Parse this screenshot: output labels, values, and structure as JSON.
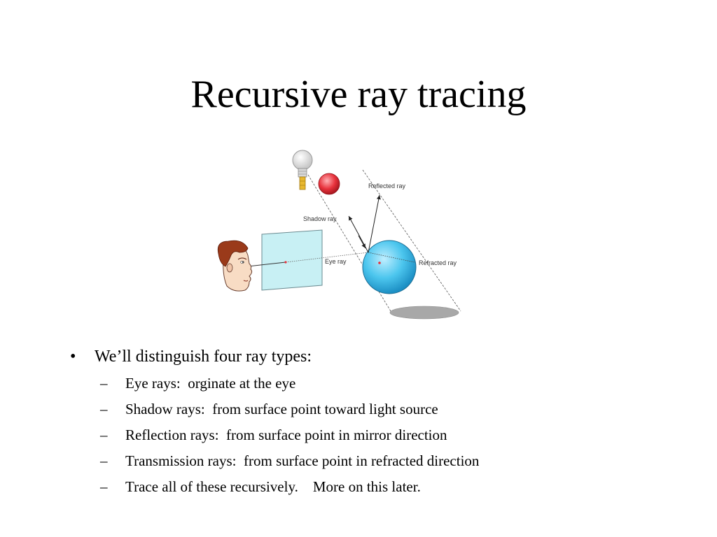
{
  "slide": {
    "title": "Recursive ray tracing"
  },
  "diagram": {
    "labels": {
      "reflected": "Reflected ray",
      "shadow": "Shadow ray",
      "eye": "Eye ray",
      "refracted": "Refracted ray"
    },
    "icons": [
      "eye-viewer-head-icon",
      "light-bulb-icon",
      "image-plane",
      "red-sphere",
      "blue-sphere",
      "shadow-ellipse"
    ],
    "colors": {
      "blue_sphere": "#4cc6ee",
      "red_sphere": "#e8323c",
      "image_plane": "#c8f0f4",
      "shadow": "#a8a8a8",
      "hair": "#9a3a1a",
      "skin": "#f8dcc4"
    }
  },
  "bullets": {
    "main": "We’ll distinguish four ray types:",
    "sub": [
      "Eye rays:  orginate at the eye",
      "Shadow rays:  from surface point toward light source",
      "Reflection rays:  from surface point in mirror direction",
      "Transmission rays:  from surface point in refracted direction",
      "Trace all of these recursively.    More on this later."
    ]
  }
}
